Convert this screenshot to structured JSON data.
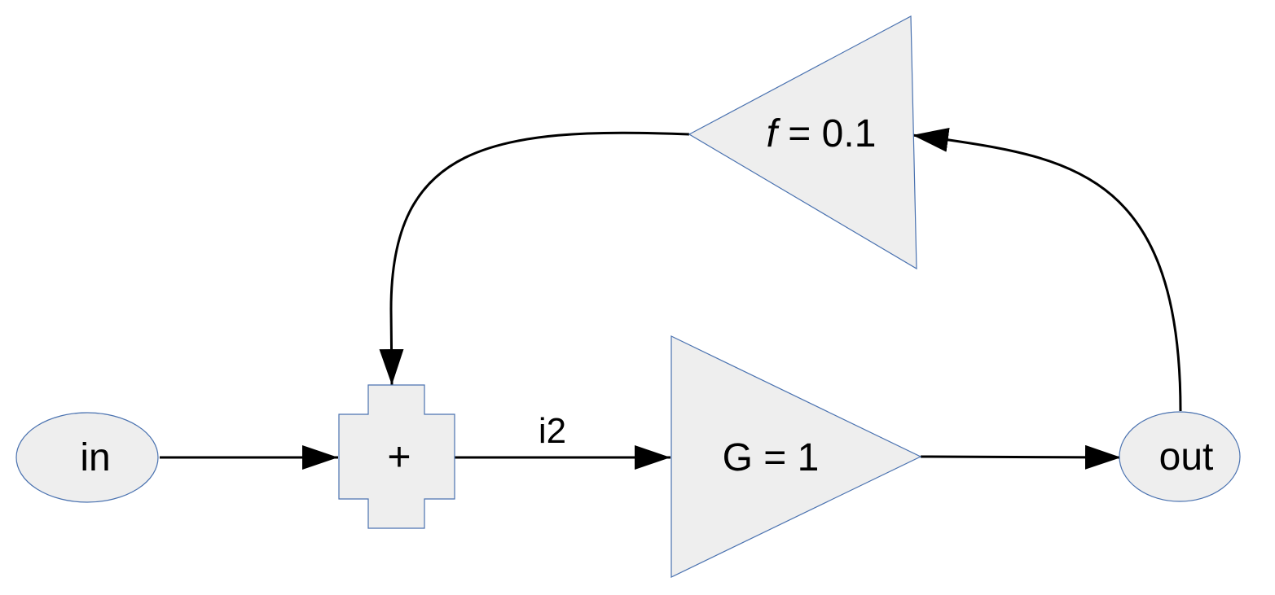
{
  "diagram": {
    "title": "",
    "colors": {
      "node_fill": "#eeeeee",
      "node_stroke": "#4a72b0",
      "edge": "#000000",
      "background": "#ffffff"
    },
    "nodes": {
      "input": {
        "label": "in",
        "shape": "ellipse"
      },
      "sum": {
        "label": "+",
        "shape": "cross-block"
      },
      "gain": {
        "label": "G = 1",
        "shape": "triangle-right"
      },
      "feedback": {
        "label_var": "f",
        "label_rest": " = 0.1",
        "shape": "triangle-left"
      },
      "output": {
        "label": "out",
        "shape": "ellipse"
      }
    },
    "edges": [
      {
        "from": "input",
        "to": "sum",
        "label": ""
      },
      {
        "from": "sum",
        "to": "gain",
        "label": "i2"
      },
      {
        "from": "gain",
        "to": "output",
        "label": ""
      },
      {
        "from": "output",
        "to": "feedback",
        "label": ""
      },
      {
        "from": "feedback",
        "to": "sum",
        "label": ""
      }
    ]
  }
}
